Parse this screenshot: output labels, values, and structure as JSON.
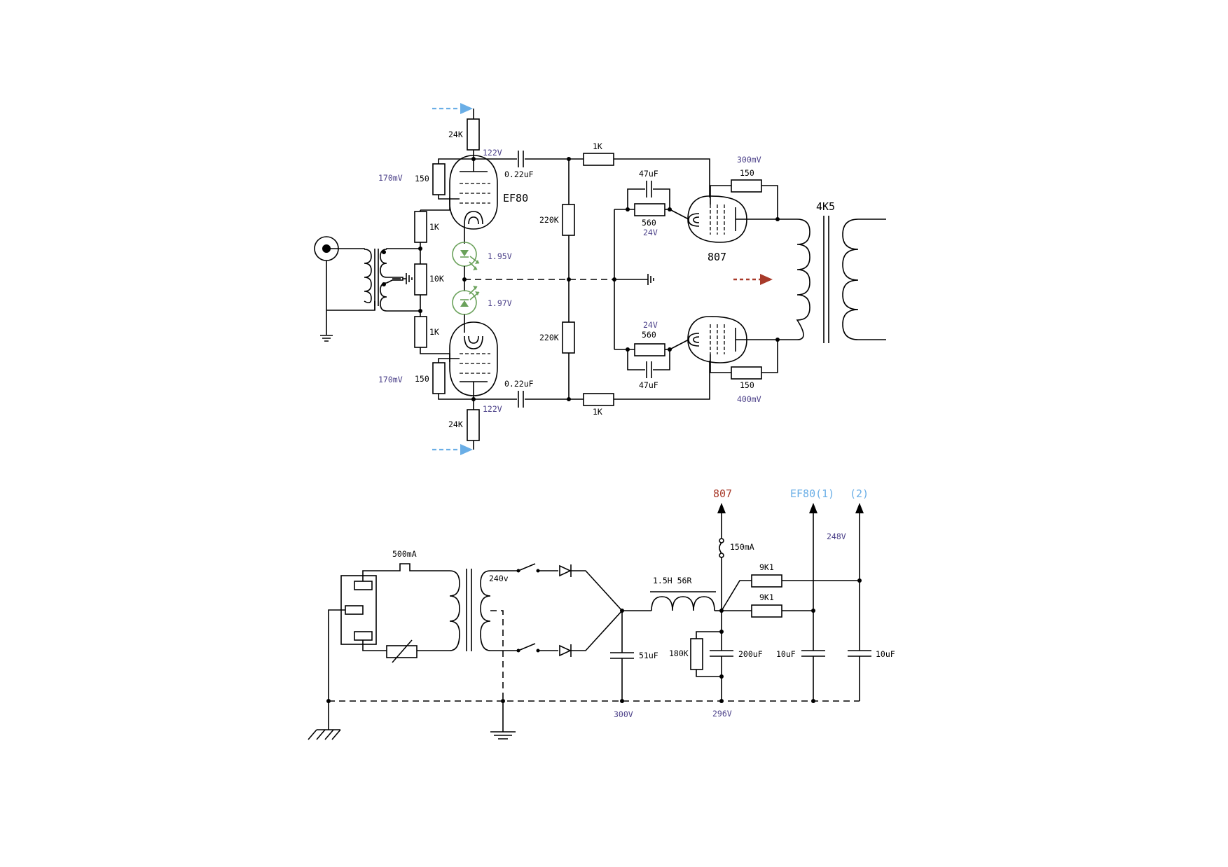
{
  "amp": {
    "tube_ef80": "EF80",
    "tube_807": "807",
    "transformer": "4K5",
    "res_24k_top": "24K",
    "res_24k_bot": "24K",
    "v_122_top": "122V",
    "v_122_bot": "122V",
    "cap_022_top": "0.22uF",
    "cap_022_bot": "0.22uF",
    "res_1k_grid_top": "1K",
    "res_1k_grid_bot": "1K",
    "res_150_cath_top": "150",
    "res_150_cath_bot": "150",
    "v_170_top": "170mV",
    "v_170_bot": "170mV",
    "res_1k_in_top": "1K",
    "res_1k_in_bot": "1K",
    "res_10k": "10K",
    "led_v_top": "1.95V",
    "led_v_bot": "1.97V",
    "res_220k_top": "220K",
    "res_220k_bot": "220K",
    "cap_47_top": "47uF",
    "cap_47_bot": "47uF",
    "res_560_top": "560",
    "res_560_bot": "560",
    "v_24_top": "24V",
    "v_24_bot": "24V",
    "res_150_g2_top": "150",
    "res_150_g2_bot": "150",
    "v_300mv": "300mV",
    "v_400mv": "400mV"
  },
  "psu": {
    "fuse": "500mA",
    "secondary": "240v",
    "choke": "1.5H 56R",
    "cap_51": "51uF",
    "v_300": "300V",
    "fuse_150": "150mA",
    "res_180k": "180K",
    "cap_200": "200uF",
    "v_296": "296V",
    "res_9k1_top": "9K1",
    "res_9k1_bot": "9K1",
    "cap_10_a": "10uF",
    "cap_10_b": "10uF",
    "v_248": "248V",
    "out_807": "807",
    "out_ef80": "EF80(1)",
    "out_2": "(2)"
  },
  "colors": {
    "voltage": "#4a3f88",
    "led": "#6aa15a",
    "supply_ef80": "#6aaee6",
    "supply_807": "#a83a2a"
  }
}
